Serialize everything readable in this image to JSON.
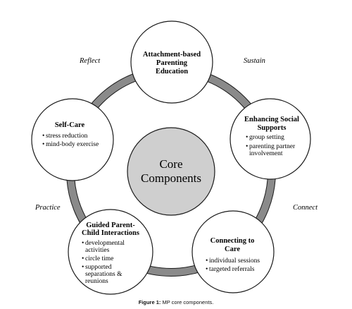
{
  "center": {
    "lines": [
      "Core",
      "Components"
    ]
  },
  "nodes": [
    {
      "id": "attachment",
      "title": [
        "Attachment-based",
        "Parenting",
        "Education"
      ],
      "bullets": []
    },
    {
      "id": "social",
      "title": [
        "Enhancing Social",
        "Supports"
      ],
      "bullets": [
        [
          "group setting"
        ],
        [
          "parenting partner",
          "involvement"
        ]
      ]
    },
    {
      "id": "care",
      "title": [
        "Connecting to",
        "Care"
      ],
      "bullets": [
        [
          "individual  sessions"
        ],
        [
          "targeted referrals"
        ]
      ]
    },
    {
      "id": "guided",
      "title": [
        "Guided Parent-",
        "Child Interactions"
      ],
      "bullets": [
        [
          "developmental",
          "activities"
        ],
        [
          "circle time"
        ],
        [
          "supported",
          "separations &",
          "reunions"
        ]
      ]
    },
    {
      "id": "selfcare",
      "title": [
        "Self-Care"
      ],
      "bullets": [
        [
          "stress reduction"
        ],
        [
          "mind-body  exercise"
        ]
      ]
    }
  ],
  "side_labels": {
    "reflect": "Reflect",
    "sustain": "Sustain",
    "connect": "Connect",
    "practice": "Practice"
  },
  "caption": {
    "figure": "Figure 1:",
    "text": "MP core components."
  },
  "colors": {
    "ring": "#8a8a8a",
    "center_fill": "#cfcfcf",
    "node_fill": "#ffffff",
    "stroke": "#1a1a1a"
  }
}
